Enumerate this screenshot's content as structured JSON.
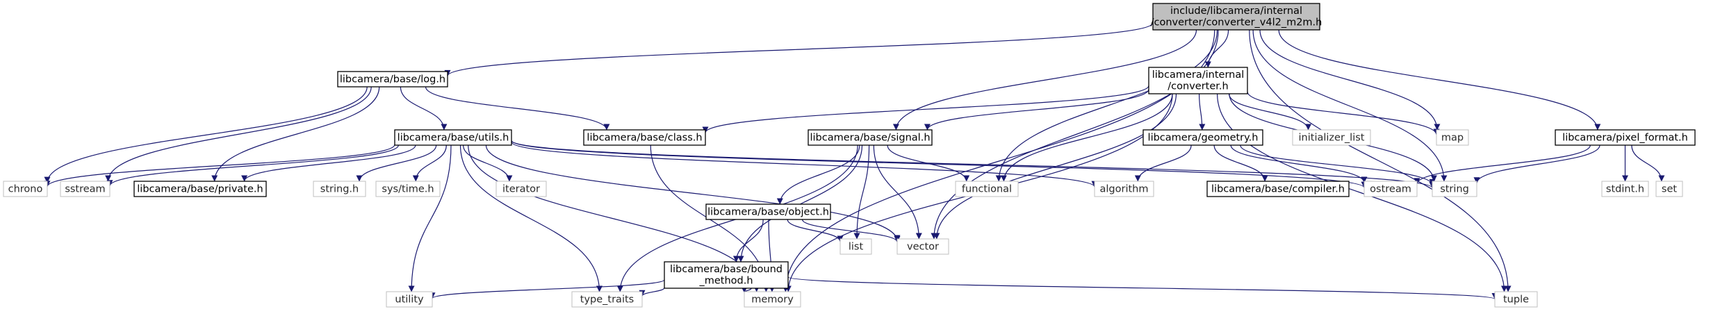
{
  "nodes": [
    {
      "id": "root",
      "lines": [
        "include/libcamera/internal",
        "/converter/converter_v4l2_m2m.h"
      ],
      "kind": "root"
    },
    {
      "id": "log",
      "lines": [
        "libcamera/base/log.h"
      ],
      "kind": "header"
    },
    {
      "id": "converter",
      "lines": [
        "libcamera/internal",
        "/converter.h"
      ],
      "kind": "header"
    },
    {
      "id": "pixel_format",
      "lines": [
        "libcamera/pixel_format.h"
      ],
      "kind": "header"
    },
    {
      "id": "utils",
      "lines": [
        "libcamera/base/utils.h"
      ],
      "kind": "header"
    },
    {
      "id": "class",
      "lines": [
        "libcamera/base/class.h"
      ],
      "kind": "header"
    },
    {
      "id": "signal",
      "lines": [
        "libcamera/base/signal.h"
      ],
      "kind": "header"
    },
    {
      "id": "geometry",
      "lines": [
        "libcamera/geometry.h"
      ],
      "kind": "header"
    },
    {
      "id": "initializer_list",
      "lines": [
        "initializer_list"
      ],
      "kind": "system"
    },
    {
      "id": "map",
      "lines": [
        "map"
      ],
      "kind": "system"
    },
    {
      "id": "chrono",
      "lines": [
        "chrono"
      ],
      "kind": "system"
    },
    {
      "id": "sstream",
      "lines": [
        "sstream"
      ],
      "kind": "system"
    },
    {
      "id": "private",
      "lines": [
        "libcamera/base/private.h"
      ],
      "kind": "header"
    },
    {
      "id": "string_h",
      "lines": [
        "string.h"
      ],
      "kind": "system"
    },
    {
      "id": "sys_time",
      "lines": [
        "sys/time.h"
      ],
      "kind": "system"
    },
    {
      "id": "iterator",
      "lines": [
        "iterator"
      ],
      "kind": "system"
    },
    {
      "id": "functional",
      "lines": [
        "functional"
      ],
      "kind": "system"
    },
    {
      "id": "algorithm",
      "lines": [
        "algorithm"
      ],
      "kind": "system"
    },
    {
      "id": "compiler",
      "lines": [
        "libcamera/base/compiler.h"
      ],
      "kind": "header"
    },
    {
      "id": "ostream",
      "lines": [
        "ostream"
      ],
      "kind": "system"
    },
    {
      "id": "string",
      "lines": [
        "string"
      ],
      "kind": "system"
    },
    {
      "id": "stdint",
      "lines": [
        "stdint.h"
      ],
      "kind": "system"
    },
    {
      "id": "set",
      "lines": [
        "set"
      ],
      "kind": "system"
    },
    {
      "id": "object",
      "lines": [
        "libcamera/base/object.h"
      ],
      "kind": "header"
    },
    {
      "id": "bound_method",
      "lines": [
        "libcamera/base/bound",
        "_method.h"
      ],
      "kind": "header"
    },
    {
      "id": "list",
      "lines": [
        "list"
      ],
      "kind": "system"
    },
    {
      "id": "vector",
      "lines": [
        "vector"
      ],
      "kind": "system"
    },
    {
      "id": "utility",
      "lines": [
        "utility"
      ],
      "kind": "system"
    },
    {
      "id": "type_traits",
      "lines": [
        "type_traits"
      ],
      "kind": "system"
    },
    {
      "id": "memory",
      "lines": [
        "memory"
      ],
      "kind": "system"
    },
    {
      "id": "tuple",
      "lines": [
        "tuple"
      ],
      "kind": "system"
    }
  ],
  "edges": [
    [
      "root",
      "log"
    ],
    [
      "root",
      "converter"
    ],
    [
      "root",
      "signal"
    ],
    [
      "root",
      "functional"
    ],
    [
      "root",
      "vector"
    ],
    [
      "root",
      "map"
    ],
    [
      "root",
      "string"
    ],
    [
      "root",
      "memory"
    ],
    [
      "root",
      "pixel_format"
    ],
    [
      "root",
      "tuple"
    ],
    [
      "log",
      "utils"
    ],
    [
      "log",
      "class"
    ],
    [
      "log",
      "chrono"
    ],
    [
      "log",
      "sstream"
    ],
    [
      "log",
      "private"
    ],
    [
      "converter",
      "class"
    ],
    [
      "converter",
      "signal"
    ],
    [
      "converter",
      "functional"
    ],
    [
      "converter",
      "geometry"
    ],
    [
      "converter",
      "initializer_list"
    ],
    [
      "converter",
      "map"
    ],
    [
      "converter",
      "string"
    ],
    [
      "converter",
      "vector"
    ],
    [
      "converter",
      "memory"
    ],
    [
      "converter",
      "tuple"
    ],
    [
      "utils",
      "chrono"
    ],
    [
      "utils",
      "sstream"
    ],
    [
      "utils",
      "private"
    ],
    [
      "utils",
      "string_h"
    ],
    [
      "utils",
      "sys_time"
    ],
    [
      "utils",
      "iterator"
    ],
    [
      "utils",
      "algorithm"
    ],
    [
      "utils",
      "ostream"
    ],
    [
      "utils",
      "string"
    ],
    [
      "utils",
      "vector"
    ],
    [
      "utils",
      "utility"
    ],
    [
      "utils",
      "type_traits"
    ],
    [
      "utils",
      "memory"
    ],
    [
      "class",
      "memory"
    ],
    [
      "signal",
      "functional"
    ],
    [
      "signal",
      "list"
    ],
    [
      "signal",
      "vector"
    ],
    [
      "signal",
      "object"
    ],
    [
      "signal",
      "bound_method"
    ],
    [
      "signal",
      "type_traits"
    ],
    [
      "geometry",
      "algorithm"
    ],
    [
      "geometry",
      "compiler"
    ],
    [
      "geometry",
      "ostream"
    ],
    [
      "geometry",
      "string"
    ],
    [
      "pixel_format",
      "ostream"
    ],
    [
      "pixel_format",
      "string"
    ],
    [
      "pixel_format",
      "stdint"
    ],
    [
      "pixel_format",
      "set"
    ],
    [
      "object",
      "bound_method"
    ],
    [
      "object",
      "list"
    ],
    [
      "object",
      "vector"
    ],
    [
      "object",
      "memory"
    ],
    [
      "bound_method",
      "utility"
    ],
    [
      "bound_method",
      "type_traits"
    ],
    [
      "bound_method",
      "memory"
    ],
    [
      "bound_method",
      "tuple"
    ]
  ],
  "colors": {
    "edge": "#191970",
    "header_border": "#000000",
    "system_border": "#bfbfbf",
    "root_fill": "#bfbfbf",
    "node_fill": "#ffffff"
  }
}
